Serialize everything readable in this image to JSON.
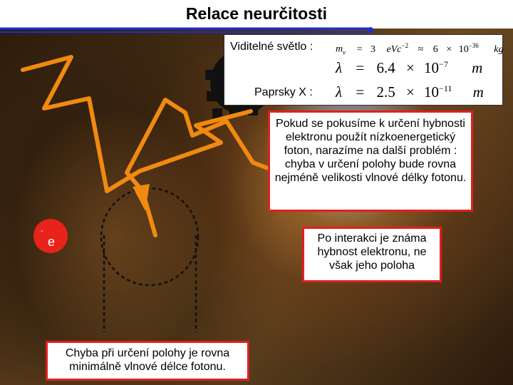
{
  "slide": {
    "title": "Relace neurčitosti"
  },
  "equations": {
    "visible_label": "Viditelné světlo :",
    "xray_label": "Paprsky X :",
    "row1": {
      "lhs": "m",
      "lhs_sub": "v",
      "eq1": "=",
      "val1": "3",
      "unit1": "eVc",
      "unit1_sup": "−2",
      "approx": "≈",
      "val2": "6",
      "times": "×",
      "base": "10",
      "exp": "−36",
      "unit2": "kg"
    },
    "row2": {
      "lhs": "λ",
      "eq": "=",
      "val": "6.4",
      "times": "×",
      "base": "10",
      "exp": "−7",
      "unit": "m"
    },
    "row3": {
      "lhs": "λ",
      "eq": "=",
      "val": "2.5",
      "times": "×",
      "base": "10",
      "exp": "−11",
      "unit": "m"
    }
  },
  "notes": {
    "photon_problem": "Pokud se pokusíme k určení hybnosti elektronu použít nízkoenergetický foton, narazíme na další problém : chyba v určení polohy bude rovna nejméně velikosti vlnové délky fotonu.",
    "after_interaction": "Po interakci je známa hybnost elektronu, ne však jeho poloha",
    "position_error": "Chyba při určení polohy je rovna minimálně vlnové délce fotonu."
  },
  "electron": {
    "label": "e",
    "charge": "-"
  },
  "colors": {
    "accent_red": "#e02020",
    "photon_orange": "#f08a10",
    "title_line_blue": "#1a2fd0",
    "electron_fill": "#e8231c"
  }
}
